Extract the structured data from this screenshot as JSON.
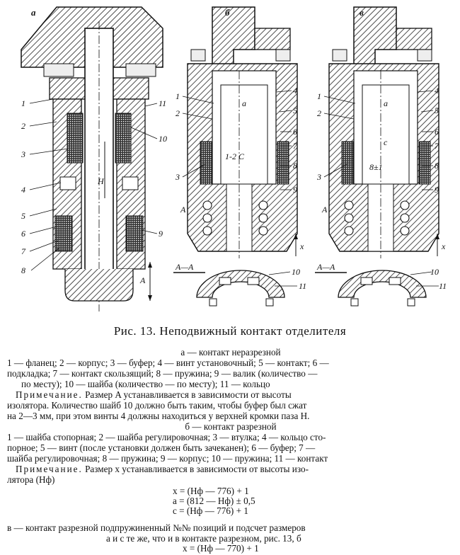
{
  "figure": {
    "panel_labels": [
      "а",
      "б",
      "в"
    ],
    "panel_a_callouts_left": [
      "1",
      "2",
      "3",
      "4",
      "5",
      "6",
      "7",
      "8"
    ],
    "panel_a_callouts_right": [
      "11",
      "10",
      "9"
    ],
    "panel_b_callouts_left": [
      "1",
      "2",
      "3"
    ],
    "panel_b_callouts_right": [
      "4",
      "5",
      "6",
      "7",
      "8",
      "9",
      "10",
      "11"
    ],
    "panel_c_callouts_left": [
      "1",
      "2",
      "3"
    ],
    "panel_c_callouts_right": [
      "4",
      "5",
      "6",
      "7",
      "8",
      "9",
      "10",
      "11"
    ],
    "dim_A": "A",
    "dim_H": "H",
    "dim_a": "a",
    "dim_c": "c",
    "dim_b_range": "1-2 C",
    "dim_c_range": "8±1",
    "dim_x": "x",
    "section_label": "А—А"
  },
  "caption": "Рис. 13. Неподвижный контакт отделителя",
  "block_a": {
    "heading": "а — контакт неразрезной",
    "parts_lines": [
      "1 — фланец; 2 — корпус; 3 — буфер; 4 — винт установочный; 5 — контакт; 6 —",
      "подкладка; 7 — контакт скользящий; 8 — пружина; 9 — валик (количество —",
      "по месту); 10 — шайба (количество — по месту); 11 — кольцо"
    ],
    "note_label": "Примечание.",
    "note_lines": [
      "Размер A устанавливается в зависимости от высоты",
      "изолятора. Количество шайб 10 должно быть таким, чтобы буфер был сжат",
      "на 2—3 мм, при этом винты 4 должны находиться у верхней кромки паза H."
    ]
  },
  "block_b": {
    "heading": "б — контакт разрезной",
    "parts_lines": [
      "1 — шайба стопорная; 2 — шайба регулировочная; 3 — втулка; 4 — кольцо сто-",
      "порное; 5 — винт (после установки должен быть зачеканен); 6 — буфер; 7 —",
      "шайба регулировочная; 8 — пружина; 9 — корпус; 10 — пружина; 11 — контакт"
    ],
    "note_label": "Примечание.",
    "note_lines": [
      "Размер x устанавливается в зависимости от высоты изо-",
      "лятора (Нф)"
    ],
    "formulas": [
      "x = (Нф — 776) + 1",
      "a = (812 — Нф) ± 0,5",
      "c = (Нф — 776) + 1"
    ]
  },
  "block_c": {
    "lines": [
      "в — контакт разрезной подпружиненный №№ позиций и подсчет размеров",
      "а и с те же, что и в контакте разрезном, рис. 13, б"
    ],
    "formula": "x = (Нф — 770) + 1"
  }
}
